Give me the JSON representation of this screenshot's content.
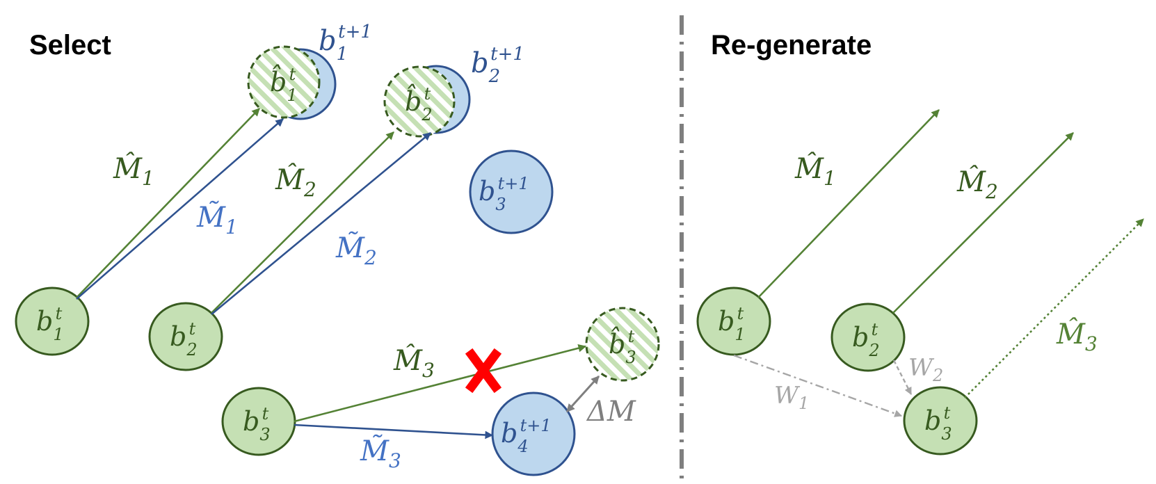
{
  "panels": {
    "select": {
      "title": "Select"
    },
    "regenerate": {
      "title": "Re-generate"
    }
  },
  "colors": {
    "green_fill": "#c5e0b4",
    "green_stroke": "#375a1f",
    "green_arrow": "#548235",
    "blue_fill": "#bdd7ee",
    "blue_stroke": "#2f528f",
    "blue_label": "#4472c4",
    "gray": "#7f7f7f",
    "light_gray": "#a6a6a6",
    "red_cross": "#ff0000"
  },
  "select": {
    "nodes": {
      "b1t": {
        "base": "b",
        "sub": "1",
        "sup": "t"
      },
      "b2t": {
        "base": "b",
        "sub": "2",
        "sup": "t"
      },
      "b3t": {
        "base": "b",
        "sub": "3",
        "sup": "t"
      },
      "b1hat": {
        "base": "b̂",
        "sub": "1",
        "sup": "t"
      },
      "b2hat": {
        "base": "b̂",
        "sub": "2",
        "sup": "t"
      },
      "b3hat": {
        "base": "b̂",
        "sub": "3",
        "sup": "t"
      },
      "b1next": {
        "base": "b",
        "sub": "1",
        "sup": "t+1"
      },
      "b2next": {
        "base": "b",
        "sub": "2",
        "sup": "t+1"
      },
      "b3next": {
        "base": "b",
        "sub": "3",
        "sup": "t+1"
      },
      "b4next": {
        "base": "b",
        "sub": "4",
        "sup": "t+1"
      }
    },
    "arrow_labels": {
      "m1hat": {
        "base": "M̂",
        "sub": "1"
      },
      "m1tilde": {
        "base": "M̃",
        "sub": "1"
      },
      "m2hat": {
        "base": "M̂",
        "sub": "2"
      },
      "m2tilde": {
        "base": "M̃",
        "sub": "2"
      },
      "m3hat": {
        "base": "M̂",
        "sub": "3"
      },
      "m3tilde": {
        "base": "M̃",
        "sub": "3"
      },
      "delta_m": "ΔM"
    }
  },
  "regenerate": {
    "nodes": {
      "b1t": {
        "base": "b",
        "sub": "1",
        "sup": "t"
      },
      "b2t": {
        "base": "b",
        "sub": "2",
        "sup": "t"
      },
      "b3t": {
        "base": "b",
        "sub": "3",
        "sup": "t"
      }
    },
    "arrow_labels": {
      "m1hat": {
        "base": "M̂",
        "sub": "1"
      },
      "m2hat": {
        "base": "M̂",
        "sub": "2"
      },
      "m3hat": {
        "base": "M̂",
        "sub": "3"
      },
      "w1": {
        "base": "W",
        "sub": "1"
      },
      "w2": {
        "base": "W",
        "sub": "2"
      }
    }
  }
}
